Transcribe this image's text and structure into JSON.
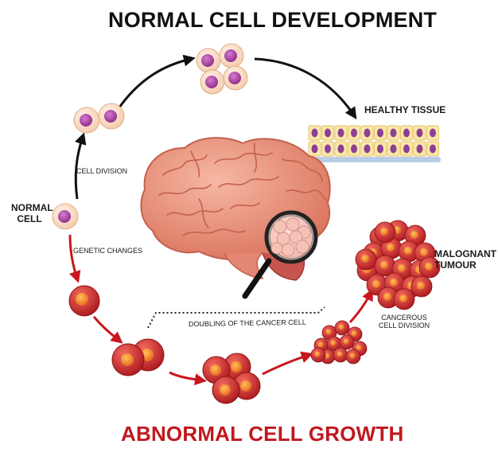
{
  "title_top": "NORMAL CELL DEVELOPMENT",
  "title_bottom": "ABNORMAL CELL GROWTH",
  "labels": {
    "normal_cell_line1": "NORMAL",
    "normal_cell_line2": "CELL",
    "cell_division": "CELL DIVISION",
    "genetic_changes": "GENETIC CHANGES",
    "healthy_tissue": "HEALTHY TISSUE",
    "doubling": "DOUBLING OF THE CANCER CELL",
    "cancerous_line1": "CANCEROUS",
    "cancerous_line2": "CELL DIVISION",
    "tumour_line1": "MALOGNANT",
    "tumour_line2": "TUMOUR"
  },
  "colors": {
    "title_top": "#111111",
    "title_bottom": "#c0181e",
    "normal_cell": "#f9dcc4",
    "normal_nucleus": "#a43b9b",
    "cancer_cell": "#d02a2a",
    "cancer_nucleus": "#f07a1e",
    "brain": "#e8957f",
    "arrow_red": "#c8161d",
    "arrow_black": "#111111"
  },
  "icons": [
    "brain-illustration",
    "magnifier-icon"
  ]
}
